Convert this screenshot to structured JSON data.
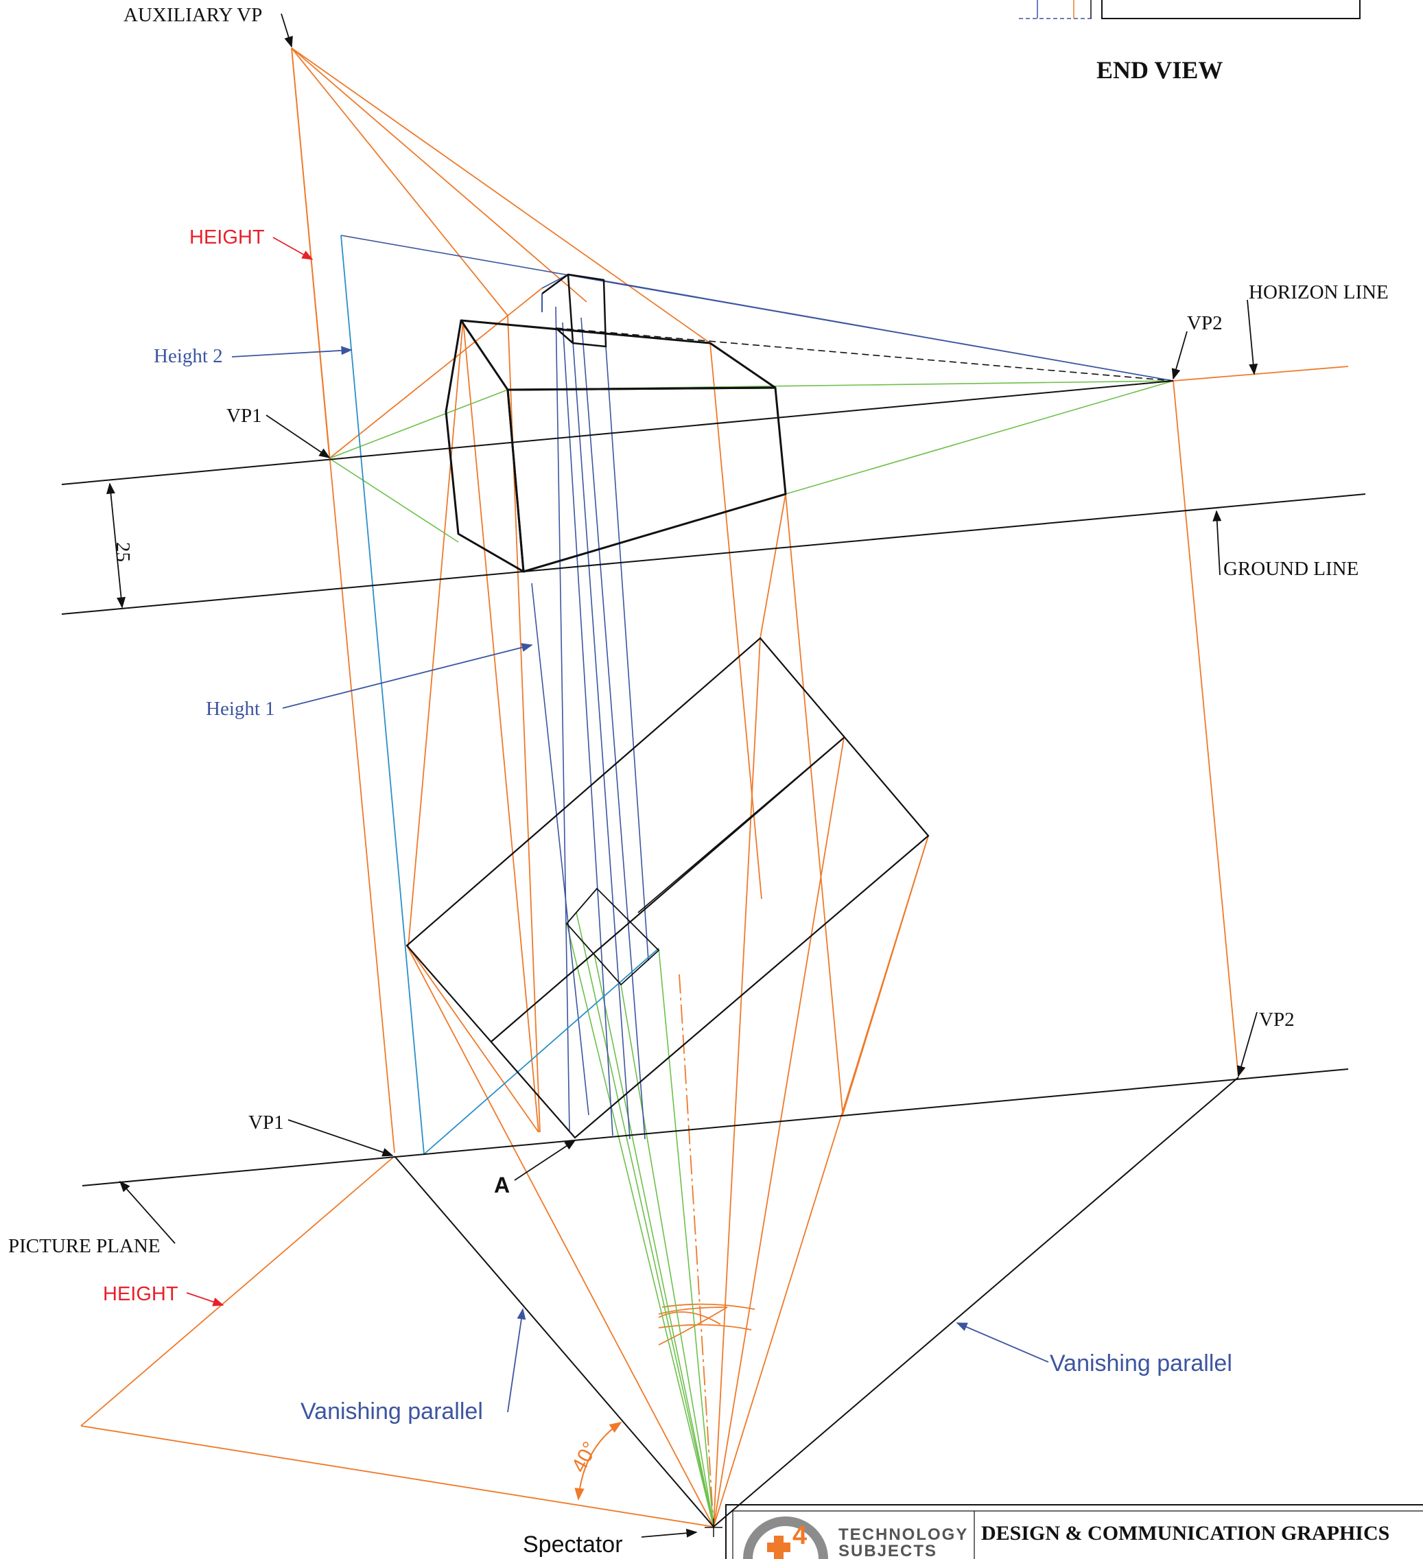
{
  "colors": {
    "construction_orange": "#ee7a2a",
    "blue_line": "#3c55a0",
    "light_blue": "#2a8fc8",
    "green_line": "#6cc04a",
    "red_label": "#e8202a",
    "black": "#111111"
  },
  "labels": {
    "auxiliary_vp": "AUXILIARY VP",
    "end_view": "END VIEW",
    "height_top": "HEIGHT",
    "height_bottom": "HEIGHT",
    "height2": "Height 2",
    "height1": "Height 1",
    "vp1_top": "VP1",
    "vp2_top": "VP2",
    "vp1_bottom": "VP1",
    "vp2_bottom": "VP2",
    "horizon_line": "HORIZON LINE",
    "ground_line": "GROUND LINE",
    "dim_25": "25",
    "picture_plane": "PICTURE PLANE",
    "point_a": "A",
    "vanishing_parallel_left": "Vanishing parallel",
    "vanishing_parallel_right": "Vanishing parallel",
    "angle_40": "40°",
    "spectator": "Spectator"
  },
  "title_block": {
    "logo_number": "4",
    "logo_line1": "TECHNOLOGY",
    "logo_line2": "SUBJECTS",
    "title": "DESIGN & COMMUNICATION GRAPHICS"
  }
}
